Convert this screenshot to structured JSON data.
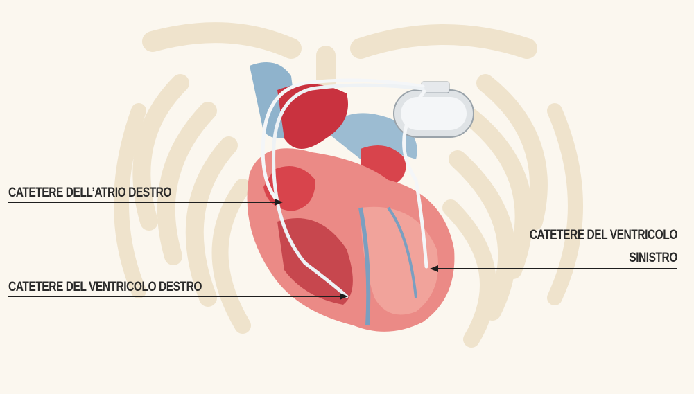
{
  "labels": {
    "right_atrium_lead": "CATETERE DELL’ATRIO DESTRO",
    "right_ventricle_lead": "CATETERE DEL VENTRICOLO DESTRO",
    "left_ventricle_lead_line1": "CATETERE DEL VENTRICOLO",
    "left_ventricle_lead_line2": "SINISTRO"
  },
  "colors": {
    "background": "#fbf7ef",
    "rib": "#efe3cc",
    "heart_red": "#d8444c",
    "heart_light": "#eb8a86",
    "vessel_blue": "#8fb3cc",
    "lead_white": "#f4f6f8",
    "device_grey": "#dfe3e6",
    "label_text": "#2a2a2a"
  }
}
